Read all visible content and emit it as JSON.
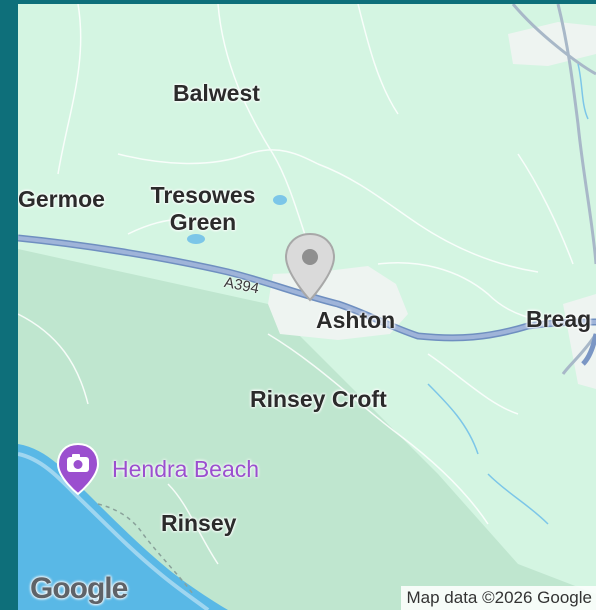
{
  "map": {
    "places": {
      "balwest": "Balwest",
      "germoe": "Germoe",
      "tresowes_line1": "Tresowes",
      "tresowes_line2": "Green",
      "ashton": "Ashton",
      "breage": "Breag",
      "rinsey_croft": "Rinsey Croft",
      "rinsey": "Rinsey"
    },
    "road_label": "A394",
    "poi": {
      "name": "Hendra Beach",
      "icon": "camera-icon",
      "color": "#9b4fcf"
    },
    "marker": {
      "icon": "map-pin-icon",
      "color": "#9e9e9e"
    },
    "logo": "Google",
    "attribution": "Map data ©2026 Google"
  },
  "colors": {
    "frame": "#0e6f7a",
    "land": "#d4f5e2",
    "lowland": "#bfe6cf",
    "sea": "#59b8e6",
    "road": "#8ea6cf",
    "town": "#eef4f1"
  }
}
